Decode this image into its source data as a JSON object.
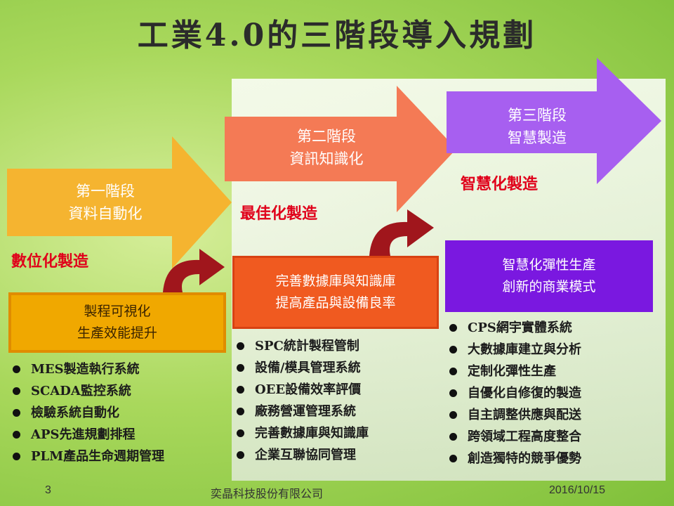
{
  "title": "工業4.0的三階段導入規劃",
  "stages": [
    {
      "name": "第一階段",
      "subtitle": "資料自動化",
      "label": "數位化製造",
      "box": [
        "製程可視化",
        "生產效能提升"
      ],
      "items": [
        "MES製造執行系統",
        "SCADA監控系統",
        "檢驗系統自動化",
        "APS先進規劃排程",
        "PLM產品生命週期管理"
      ]
    },
    {
      "name": "第二階段",
      "subtitle": "資訊知識化",
      "label": "最佳化製造",
      "box": [
        "完善數據庫與知識庫",
        "提高產品與設備良率"
      ],
      "items": [
        "SPC統計製程管制",
        "設備/模具管理系統",
        "OEE設備效率評價",
        "廠務營運管理系統",
        "完善數據庫與知識庫",
        "企業互聯協同管理"
      ]
    },
    {
      "name": "第三階段",
      "subtitle": "智慧製造",
      "label": "智慧化製造",
      "box": [
        "智慧化彈性生產",
        "創新的商業模式"
      ],
      "items": [
        "CPS網宇實體系統",
        "大數據庫建立與分析",
        "定制化彈性生產",
        "自優化自修復的製造",
        "自主調整供應與配送",
        "跨領域工程高度整合",
        "創造獨特的競爭優勢"
      ]
    }
  ],
  "footer": {
    "page": "3",
    "company": "奕晶科技股份有限公司",
    "date": "2016/10/15"
  },
  "colors": {
    "stage1": "#f5b430",
    "stage2": "#f47a55",
    "stage3": "#a75ff0",
    "label": "#e0001a",
    "connector": "#a0161c"
  }
}
